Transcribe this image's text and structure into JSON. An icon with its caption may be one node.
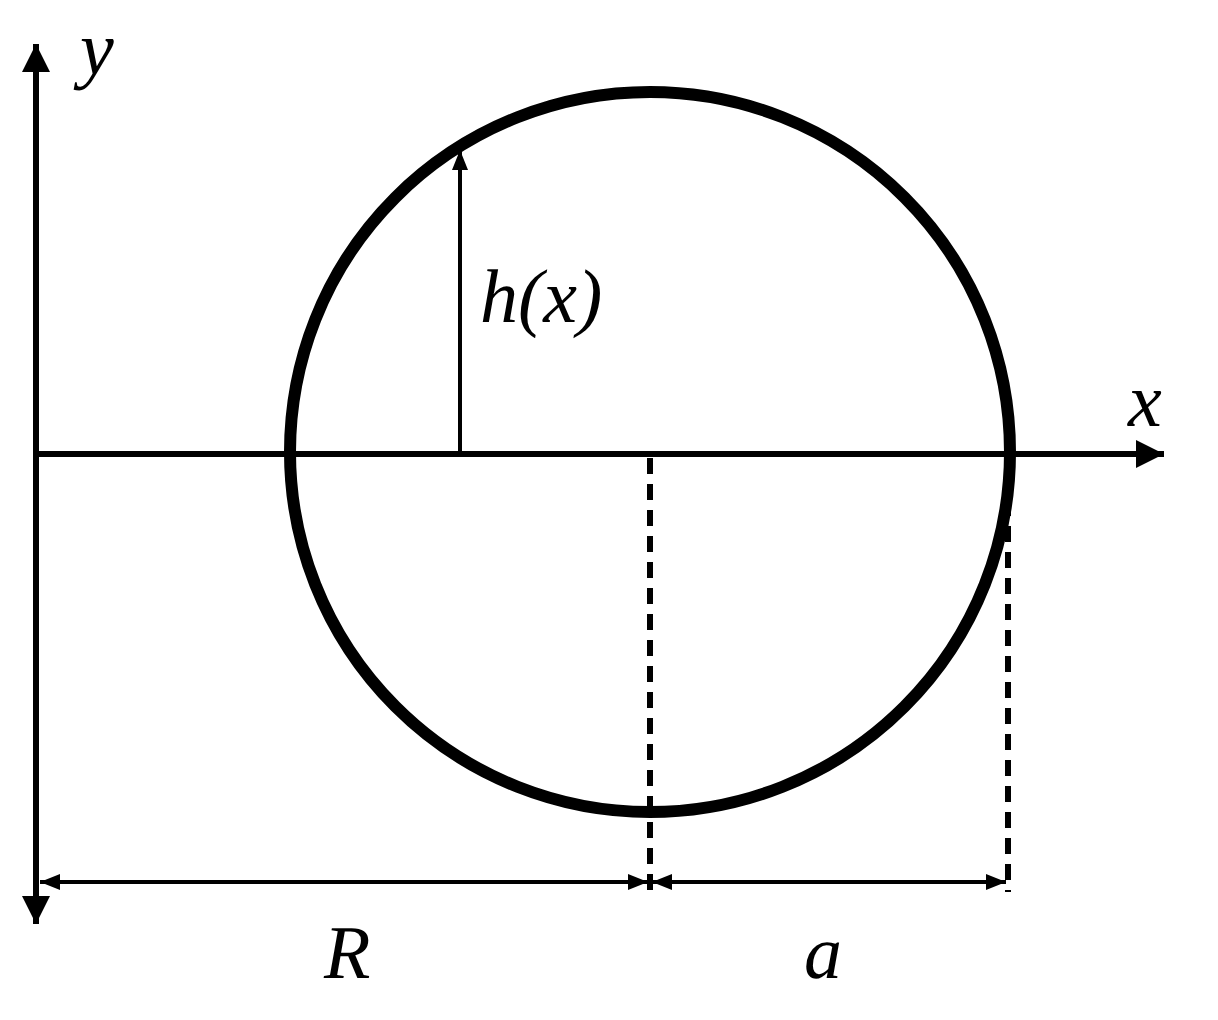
{
  "diagram": {
    "labels": [
      "y",
      "h(x)",
      "x",
      "R",
      "a"
    ]
  }
}
